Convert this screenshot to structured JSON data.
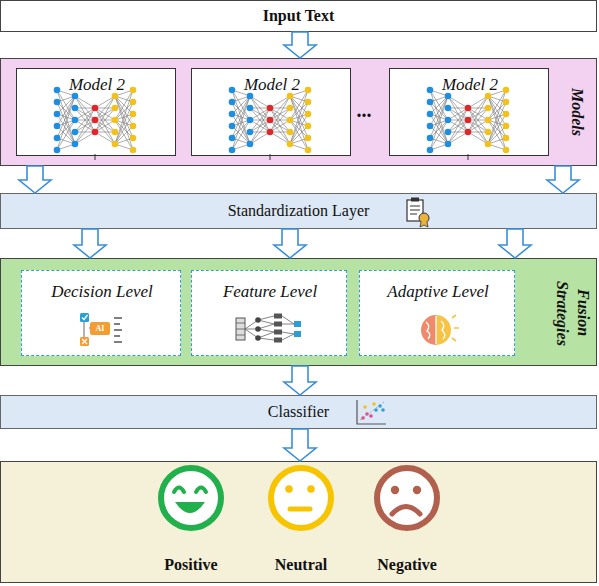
{
  "diagram": {
    "nodes": [
      {
        "text": [
          "Input Text"
        ]
      },
      {
        "text": [
          "Models"
        ]
      },
      {
        "text": [
          "Model 2"
        ],
        "in": 1
      },
      {
        "text": [
          "Model 2"
        ],
        "in": 1
      },
      {
        "text": [
          "Model 2"
        ],
        "in": 1
      },
      {
        "text": [
          "Standardization Layer"
        ]
      },
      {
        "text": [
          "Fusion Strategies"
        ]
      },
      {
        "text": [
          "Decision Level"
        ],
        "in": 6
      },
      {
        "text": [
          "Feature Level"
        ],
        "in": 6
      },
      {
        "text": [
          "Adaptive Level"
        ],
        "in": 6
      },
      {
        "text": [
          "Classifier"
        ]
      },
      {
        "text": []
      },
      {
        "text": [
          "Positive"
        ],
        "in": 11
      },
      {
        "text": [
          "Neutral"
        ],
        "in": 11
      },
      {
        "text": [
          "Negative"
        ],
        "in": 11
      }
    ],
    "edges": [
      {
        "from": 0,
        "to": 1,
        "arrow": "to"
      },
      {
        "from": 1,
        "to": 5,
        "arrow": "to"
      },
      {
        "from": 1,
        "to": 5,
        "arrow": "to"
      },
      {
        "from": 5,
        "to": 6,
        "arrow": "to"
      },
      {
        "from": 5,
        "to": 6,
        "arrow": "to"
      },
      {
        "from": 5,
        "to": 6,
        "arrow": "to"
      },
      {
        "from": 6,
        "to": 10,
        "arrow": "to"
      },
      {
        "from": 10,
        "to": 11,
        "arrow": "to"
      }
    ],
    "labels": [
      "...",
      "AI"
    ]
  }
}
